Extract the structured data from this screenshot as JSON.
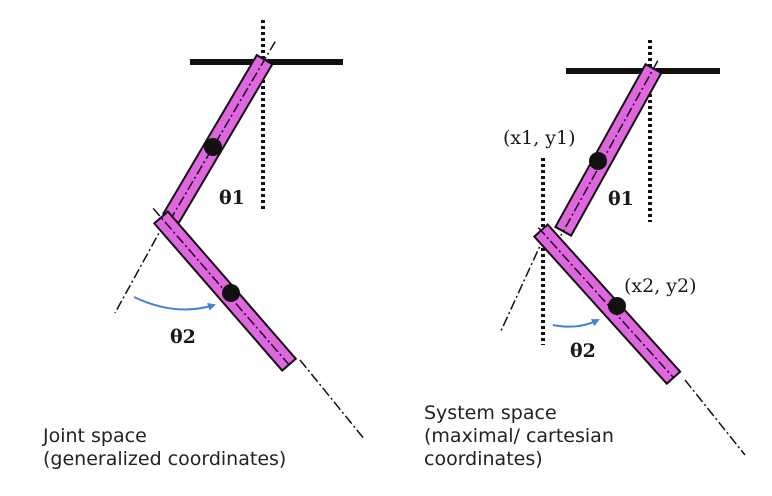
{
  "left_panel": {
    "theta1_label": "θ1",
    "theta2_label": "θ2",
    "caption_lines": [
      "Joint space",
      "(generalized coordinates)"
    ]
  },
  "right_panel": {
    "theta1_label": "θ1",
    "theta2_label": "θ2",
    "point1_label": "(x1, y1)",
    "point2_label": "(x2, y2)",
    "caption_lines": [
      "System space",
      "(maximal/ cartesian",
      "coordinates)"
    ]
  },
  "colors": {
    "link_fill": "#e066e0",
    "link_stroke": "#111111",
    "angle_arrow": "#4a7fd4",
    "center_of_mass": "#111111"
  }
}
